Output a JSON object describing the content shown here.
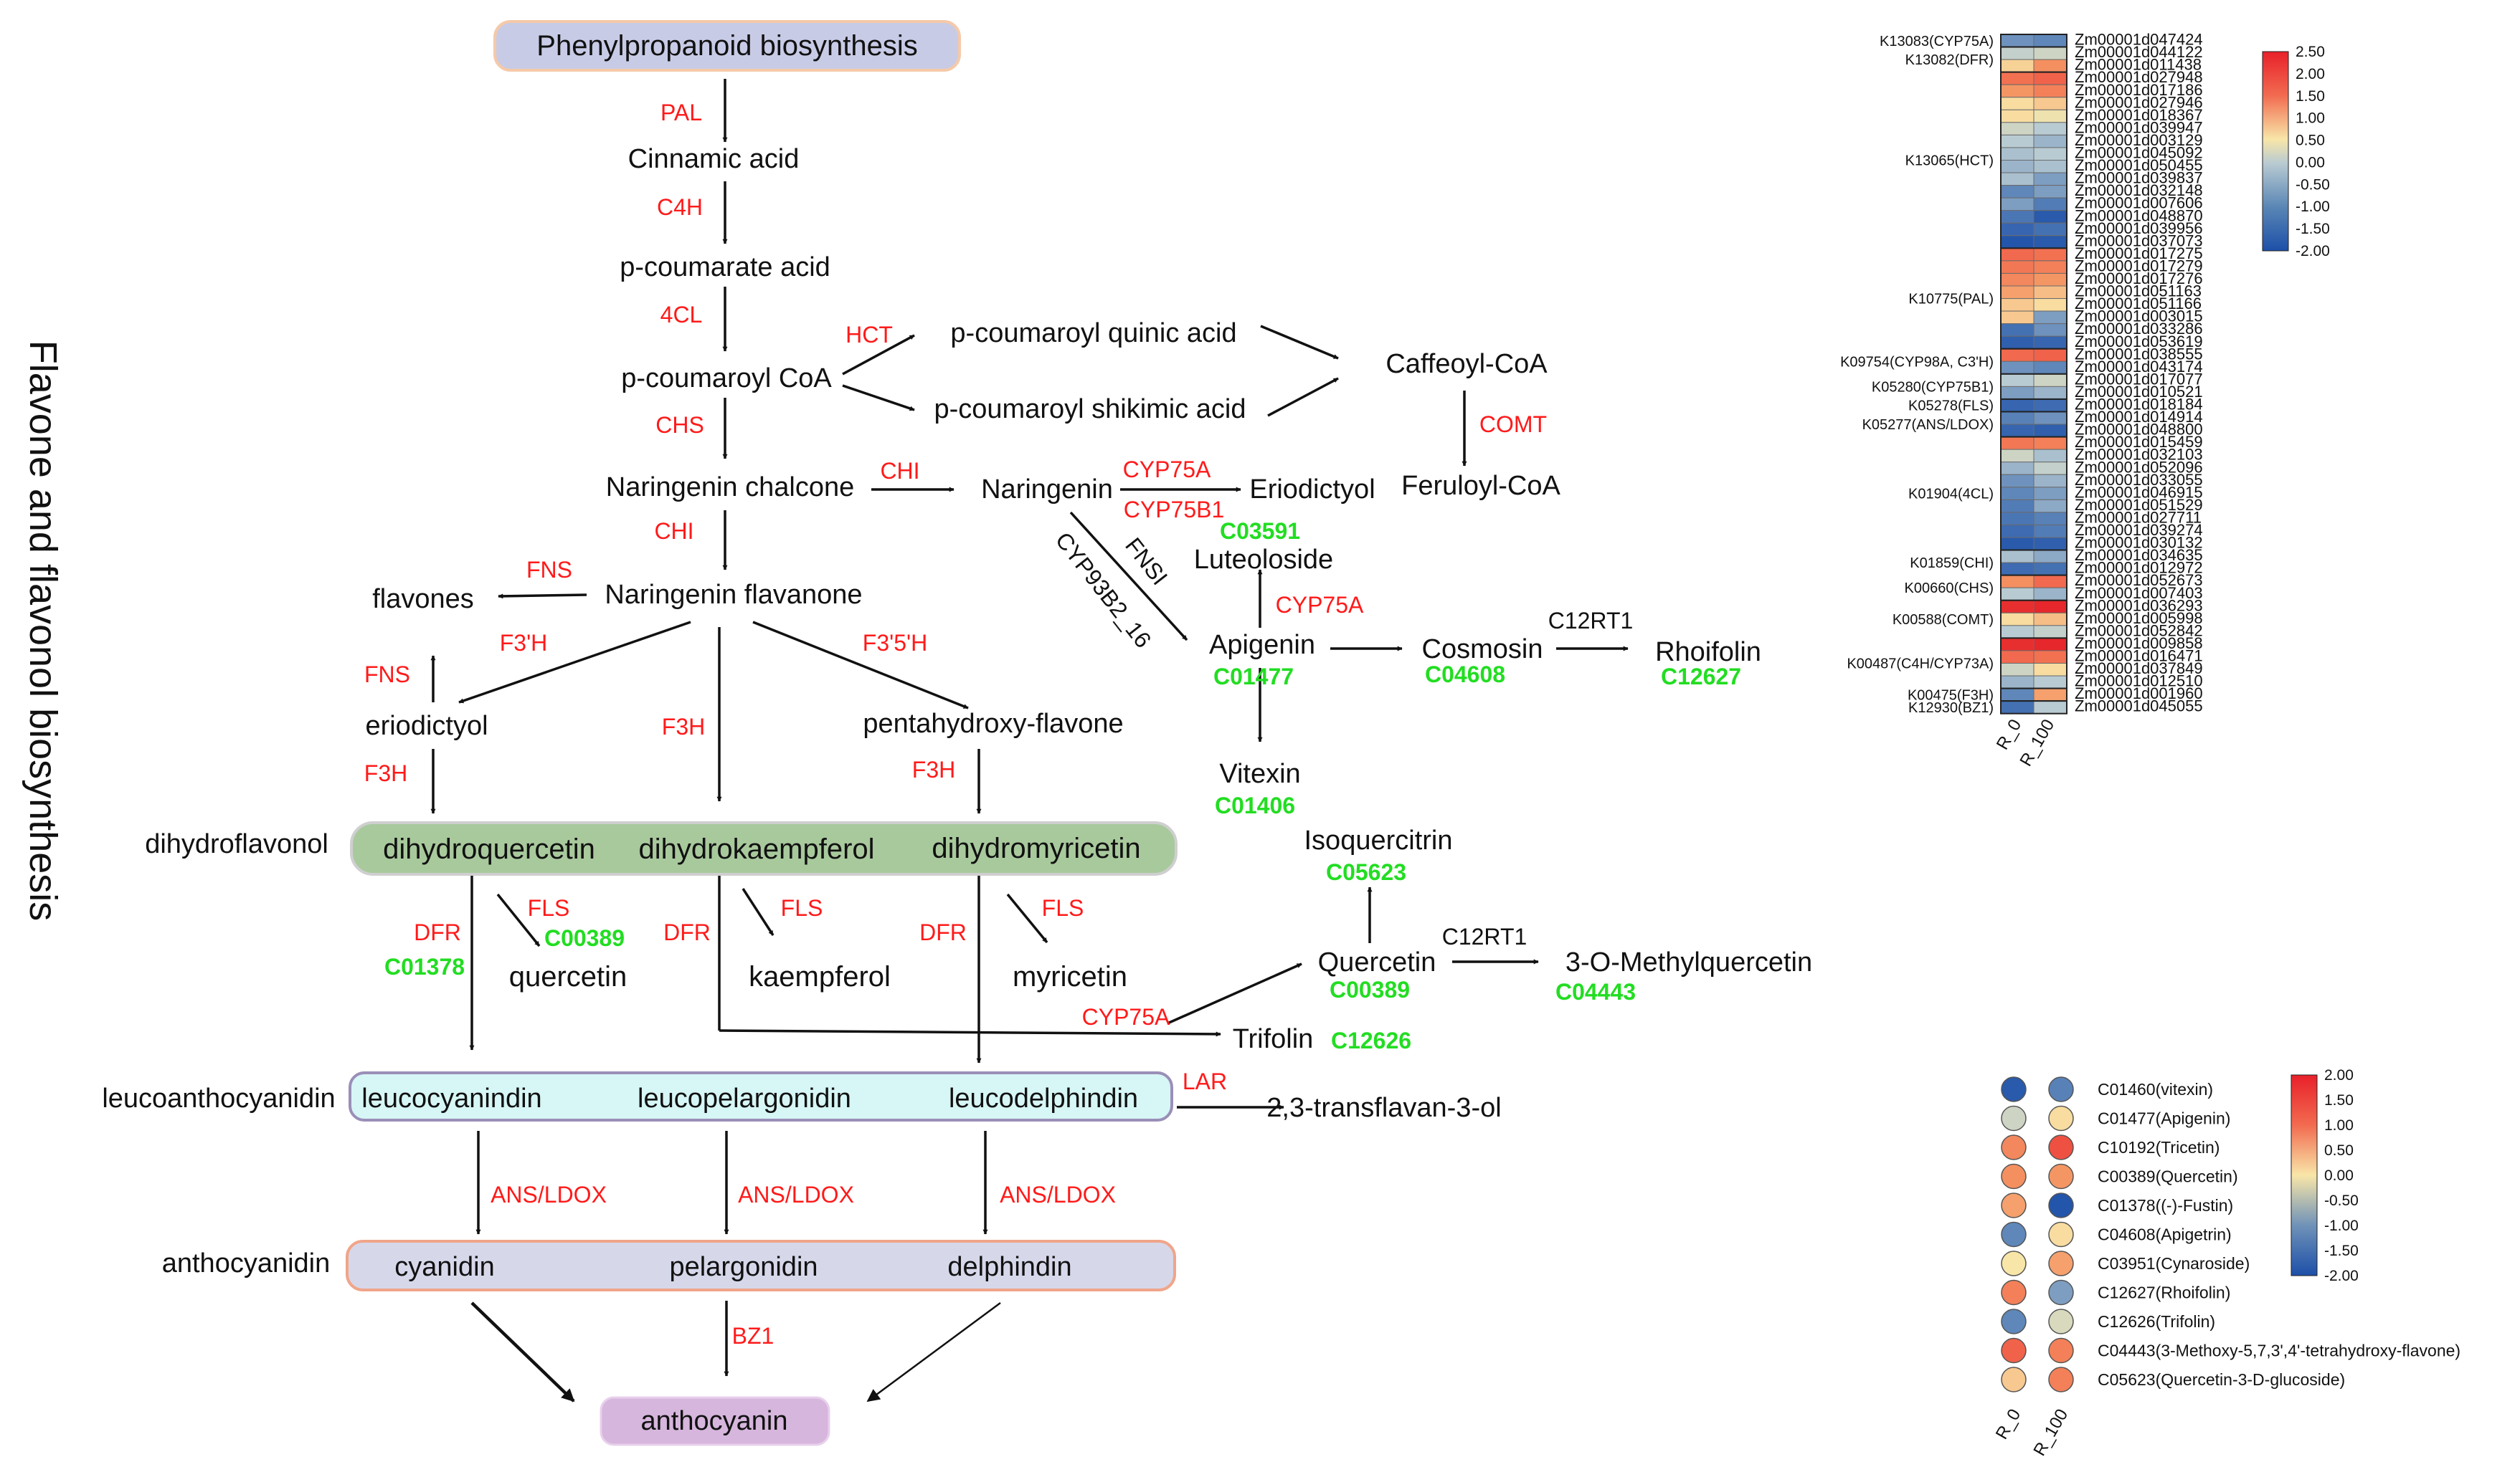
{
  "side_title": "Flavone and flavonol biosynthesis",
  "pathway": {
    "top_box": "Phenylpropanoid biosynthesis",
    "cinnamic": "Cinnamic acid",
    "pcoumarate": "p-coumarate acid",
    "pcoumaroyl_coa": "p-coumaroyl CoA",
    "quinic": "p-coumaroyl quinic acid",
    "shikimic": "p-coumaroyl shikimic acid",
    "caffeoyl": "Caffeoyl-CoA",
    "feruloyl": "Feruloyl-CoA",
    "chalcone": "Naringenin chalcone",
    "naringenin": "Naringenin",
    "eriodictyol_cap": "Eriodictyol",
    "flavanone": "Naringenin flavanone",
    "flavones": "flavones",
    "eriodictyol": "eriodictyol",
    "pentahydroxy": "pentahydroxy-flavone",
    "luteoloside": "Luteoloside",
    "apigenin": "Apigenin",
    "cosmosin": "Cosmosin",
    "rhoifolin": "Rhoifolin",
    "vitexin": "Vitexin",
    "isoquercitrin": "Isoquercitrin",
    "quercetin_cap": "Quercetin",
    "methylquercetin": "3-O-Methylquercetin",
    "trifolin": "Trifolin",
    "dihydroflavonol": "dihydroflavonol",
    "dihydroquercetin": "dihydroquercetin",
    "dihydrokaempferol": "dihydrokaempferol",
    "dihydromyricetin": "dihydromyricetin",
    "quercetin": "quercetin",
    "kaempferol": "kaempferol",
    "myricetin": "myricetin",
    "leucoanthocyanidin": "leucoanthocyanidin",
    "leucocyanindin": "leucocyanindin",
    "leucopelargonidin": "leucopelargonidin",
    "leucodelphindin": "leucodelphindin",
    "transflavan": "2,3-transflavan-3-ol",
    "anthocyanidin": "anthocyanidin",
    "cyanidin": "cyanidin",
    "pelargonidin": "pelargonidin",
    "delphindin": "delphindin",
    "anthocyanin": "anthocyanin",
    "enzymes": {
      "pal": "PAL",
      "c4h": "C4H",
      "fourcl": "4CL",
      "hct": "HCT",
      "chs": "CHS",
      "chi1": "CHI",
      "chi2": "CHI",
      "cyp75a_1": "CYP75A",
      "cyp75b1": "CYP75B1",
      "comt": "COMT",
      "fns1": "FNS",
      "fns2": "FNS",
      "f3h_prime": "F3'H",
      "f35h": "F3'5'H",
      "fnsi": "FNSI",
      "cyp93b2": "CYP93B2_16",
      "cyp75a_2": "CYP75A",
      "c12rt1_1": "C12RT1",
      "c12rt1_2": "C12RT1",
      "f3h_1": "F3H",
      "f3h_2": "F3H",
      "f3h_3": "F3H",
      "dfr_1": "DFR",
      "dfr_2": "DFR",
      "dfr_3": "DFR",
      "fls_1": "FLS",
      "fls_2": "FLS",
      "fls_3": "FLS",
      "cyp75a_3": "CYP75A",
      "lar": "LAR",
      "ans_1": "ANS/LDOX",
      "ans_2": "ANS/LDOX",
      "ans_3": "ANS/LDOX",
      "bz1": "BZ1"
    },
    "compound_ids": {
      "c03591": "C03591",
      "c01477": "C01477",
      "c04608": "C04608",
      "c12627": "C12627",
      "c01406": "C01406",
      "c05623": "C05623",
      "c00389_a": "C00389",
      "c00389_b": "C00389",
      "c04443": "C04443",
      "c01378": "C01378",
      "c12626": "C12626"
    },
    "colors": {
      "enzyme": "#ff1a1a",
      "compound_id": "#22dd22"
    }
  },
  "gene_heatmap": {
    "columns": [
      "R_0",
      "R_100"
    ],
    "colorbar": {
      "ticks": [
        "2.50",
        "2.00",
        "1.50",
        "1.00",
        "0.50",
        "0.00",
        "-0.50",
        "-1.00",
        "-1.50",
        "-2.00"
      ],
      "min": -2.0,
      "max": 2.5
    },
    "groups": [
      {
        "label": "K13083(CYP75A)",
        "genes": [
          {
            "id": "Zm00001d047424",
            "values": [
              -0.9,
              -1.0
            ]
          }
        ]
      },
      {
        "label": "K13082(DFR)",
        "genes": [
          {
            "id": "Zm00001d044122",
            "values": [
              -0.3,
              -0.2
            ]
          },
          {
            "id": "Zm00001d011438",
            "values": [
              0.4,
              1.1
            ]
          }
        ]
      },
      {
        "label": "K13065(HCT)",
        "genes": [
          {
            "id": "Zm00001d027948",
            "values": [
              1.5,
              1.7
            ]
          },
          {
            "id": "Zm00001d017186",
            "values": [
              1.0,
              1.3
            ]
          },
          {
            "id": "Zm00001d027946",
            "values": [
              0.3,
              0.5
            ]
          },
          {
            "id": "Zm00001d018367",
            "values": [
              0.3,
              0.1
            ]
          },
          {
            "id": "Zm00001d039947",
            "values": [
              -0.2,
              -0.4
            ]
          },
          {
            "id": "Zm00001d003129",
            "values": [
              -0.4,
              -0.6
            ]
          },
          {
            "id": "Zm00001d045092",
            "values": [
              -0.5,
              -0.4
            ]
          },
          {
            "id": "Zm00001d050455",
            "values": [
              -0.6,
              -0.5
            ]
          },
          {
            "id": "Zm00001d039837",
            "values": [
              -0.5,
              -0.8
            ]
          },
          {
            "id": "Zm00001d032148",
            "values": [
              -1.0,
              -0.8
            ]
          },
          {
            "id": "Zm00001d007606",
            "values": [
              -0.8,
              -1.2
            ]
          },
          {
            "id": "Zm00001d048870",
            "values": [
              -1.3,
              -1.8
            ]
          },
          {
            "id": "Zm00001d039956",
            "values": [
              -1.6,
              -1.4
            ]
          },
          {
            "id": "Zm00001d037073",
            "values": [
              -1.9,
              -1.8
            ]
          }
        ]
      },
      {
        "label": "K10775(PAL)",
        "genes": [
          {
            "id": "Zm00001d017275",
            "values": [
              1.6,
              1.5
            ]
          },
          {
            "id": "Zm00001d017279",
            "values": [
              1.4,
              1.3
            ]
          },
          {
            "id": "Zm00001d017276",
            "values": [
              1.2,
              1.0
            ]
          },
          {
            "id": "Zm00001d051163",
            "values": [
              0.9,
              0.6
            ]
          },
          {
            "id": "Zm00001d051166",
            "values": [
              0.5,
              0.3
            ]
          },
          {
            "id": "Zm00001d003015",
            "values": [
              0.5,
              -0.8
            ]
          },
          {
            "id": "Zm00001d033286",
            "values": [
              -1.4,
              -0.9
            ]
          },
          {
            "id": "Zm00001d053619",
            "values": [
              -1.7,
              -1.6
            ]
          }
        ]
      },
      {
        "label": "K09754(CYP98A, C3'H)",
        "genes": [
          {
            "id": "Zm00001d038555",
            "values": [
              1.6,
              1.7
            ]
          },
          {
            "id": "Zm00001d043174",
            "values": [
              -0.9,
              -1.0
            ]
          }
        ]
      },
      {
        "label": "K05280(CYP75B1)",
        "genes": [
          {
            "id": "Zm00001d017077",
            "values": [
              -0.4,
              -0.2
            ]
          },
          {
            "id": "Zm00001d010521",
            "values": [
              -0.8,
              -0.6
            ]
          }
        ]
      },
      {
        "label": "K05278(FLS)",
        "genes": [
          {
            "id": "Zm00001d018184",
            "values": [
              -1.6,
              -1.5
            ]
          }
        ]
      },
      {
        "label": "K05277(ANS/LDOX)",
        "genes": [
          {
            "id": "Zm00001d014914",
            "values": [
              -1.1,
              -0.9
            ]
          },
          {
            "id": "Zm00001d048800",
            "values": [
              -1.6,
              -1.7
            ]
          }
        ]
      },
      {
        "label": "K01904(4CL)",
        "genes": [
          {
            "id": "Zm00001d015459",
            "values": [
              1.4,
              1.3
            ]
          },
          {
            "id": "Zm00001d032103",
            "values": [
              -0.2,
              -0.5
            ]
          },
          {
            "id": "Zm00001d052096",
            "values": [
              -0.6,
              -0.3
            ]
          },
          {
            "id": "Zm00001d033055",
            "values": [
              -0.9,
              -0.6
            ]
          },
          {
            "id": "Zm00001d046915",
            "values": [
              -1.0,
              -0.8
            ]
          },
          {
            "id": "Zm00001d051529",
            "values": [
              -1.2,
              -0.7
            ]
          },
          {
            "id": "Zm00001d027711",
            "values": [
              -1.3,
              -1.1
            ]
          },
          {
            "id": "Zm00001d039274",
            "values": [
              -1.5,
              -1.2
            ]
          },
          {
            "id": "Zm00001d030132",
            "values": [
              -1.8,
              -1.7
            ]
          }
        ]
      },
      {
        "label": "K01859(CHI)",
        "genes": [
          {
            "id": "Zm00001d034635",
            "values": [
              -0.5,
              -0.7
            ]
          },
          {
            "id": "Zm00001d012972",
            "values": [
              -1.5,
              -1.4
            ]
          }
        ]
      },
      {
        "label": "K00660(CHS)",
        "genes": [
          {
            "id": "Zm00001d052673",
            "values": [
              1.1,
              1.6
            ]
          },
          {
            "id": "Zm00001d007403",
            "values": [
              -0.4,
              -0.6
            ]
          }
        ]
      },
      {
        "label": "K00588(COMT)",
        "genes": [
          {
            "id": "Zm00001d036293",
            "values": [
              2.3,
              2.4
            ]
          },
          {
            "id": "Zm00001d005998",
            "values": [
              0.3,
              0.6
            ]
          },
          {
            "id": "Zm00001d052842",
            "values": [
              -0.4,
              -0.3
            ]
          }
        ]
      },
      {
        "label": "K00487(C4H/CYP73A)",
        "genes": [
          {
            "id": "Zm00001d009858",
            "values": [
              2.3,
              2.4
            ]
          },
          {
            "id": "Zm00001d016471",
            "values": [
              1.6,
              1.5
            ]
          },
          {
            "id": "Zm00001d037849",
            "values": [
              -0.2,
              0.3
            ]
          },
          {
            "id": "Zm00001d012510",
            "values": [
              -0.6,
              -0.4
            ]
          }
        ]
      },
      {
        "label": "K00475(F3H)",
        "genes": [
          {
            "id": "Zm00001d001960",
            "values": [
              -1.0,
              0.9
            ]
          }
        ]
      },
      {
        "label": "K12930(BZ1)",
        "genes": [
          {
            "id": "Zm00001d045055",
            "values": [
              -1.4,
              -0.4
            ]
          }
        ]
      }
    ]
  },
  "metabolite_heatmap": {
    "columns": [
      "R_0",
      "R_100"
    ],
    "colorbar": {
      "ticks": [
        "2.00",
        "1.50",
        "1.00",
        "0.50",
        "0.00",
        "-0.50",
        "-1.00",
        "-1.50",
        "-2.00"
      ],
      "min": -2.0,
      "max": 2.0
    },
    "rows": [
      {
        "label": "C01460(vitexin)",
        "values": [
          -1.8,
          -1.1
        ]
      },
      {
        "label": "C01477(Apigenin)",
        "values": [
          -0.2,
          0.3
        ]
      },
      {
        "label": "C10192(Tricetin)",
        "values": [
          1.2,
          1.9
        ]
      },
      {
        "label": "C00389(Quercetin)",
        "values": [
          1.1,
          1.0
        ]
      },
      {
        "label": "C01378((-)-Fustin)",
        "values": [
          0.9,
          -1.9
        ]
      },
      {
        "label": "C04608(Apigetrin)",
        "values": [
          -1.0,
          0.3
        ]
      },
      {
        "label": "C03951(Cynaroside)",
        "values": [
          0.2,
          0.9
        ]
      },
      {
        "label": "C12627(Rhoifolin)",
        "values": [
          1.3,
          -0.8
        ]
      },
      {
        "label": "C12626(Trifolin)",
        "values": [
          -1.0,
          -0.1
        ]
      },
      {
        "label": "C04443(3-Methoxy-5,7,3',4'-tetrahydroxy-flavone)",
        "values": [
          1.7,
          1.3
        ]
      },
      {
        "label": "C05623(Quercetin-3-D-glucoside)",
        "values": [
          0.5,
          1.3
        ]
      }
    ]
  }
}
